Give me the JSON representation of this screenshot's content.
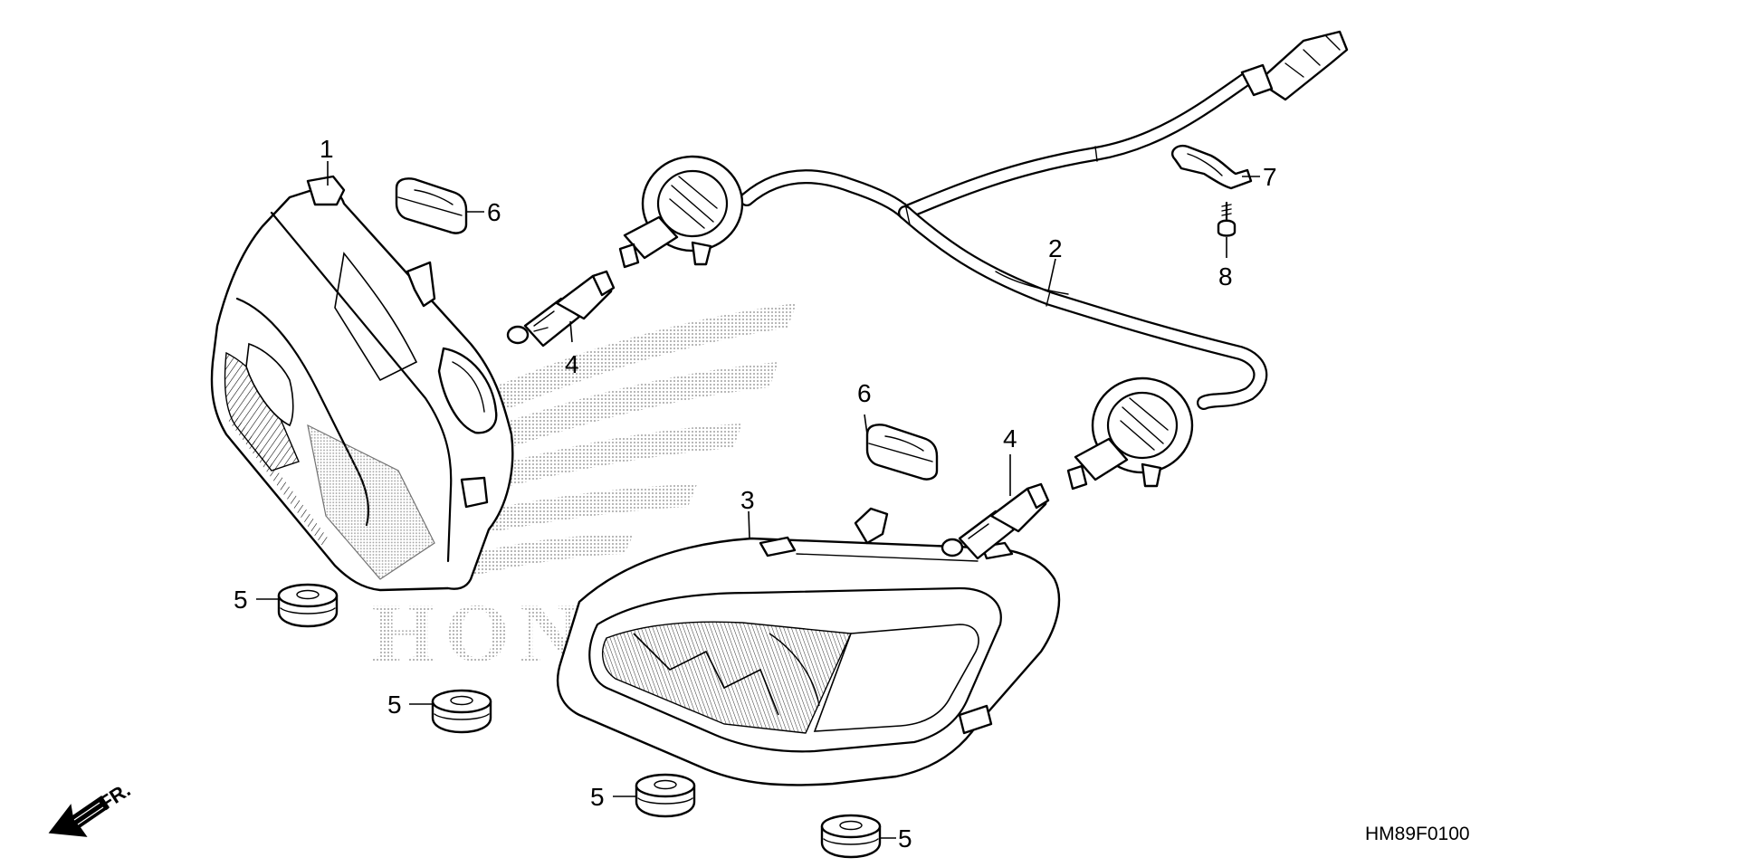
{
  "callouts": [
    {
      "id": "c1",
      "label": "1"
    },
    {
      "id": "c2",
      "label": "2"
    },
    {
      "id": "c3",
      "label": "3"
    },
    {
      "id": "c4a",
      "label": "4"
    },
    {
      "id": "c4b",
      "label": "4"
    },
    {
      "id": "c5a",
      "label": "5"
    },
    {
      "id": "c5b",
      "label": "5"
    },
    {
      "id": "c5c",
      "label": "5"
    },
    {
      "id": "c5d",
      "label": "5"
    },
    {
      "id": "c6a",
      "label": "6"
    },
    {
      "id": "c6b",
      "label": "6"
    },
    {
      "id": "c7",
      "label": "7"
    },
    {
      "id": "c8",
      "label": "8"
    }
  ],
  "diagram_code": "HM89F0100",
  "front_indicator": {
    "label": "FR.",
    "icon": "front-direction-arrow-icon"
  },
  "watermark": {
    "text": "HONDA",
    "icon": "honda-wing-logo",
    "color": "#9a9a9a"
  },
  "colors": {
    "line": "#000000",
    "background": "#ffffff",
    "watermark_dots": "#9a9a9a"
  }
}
